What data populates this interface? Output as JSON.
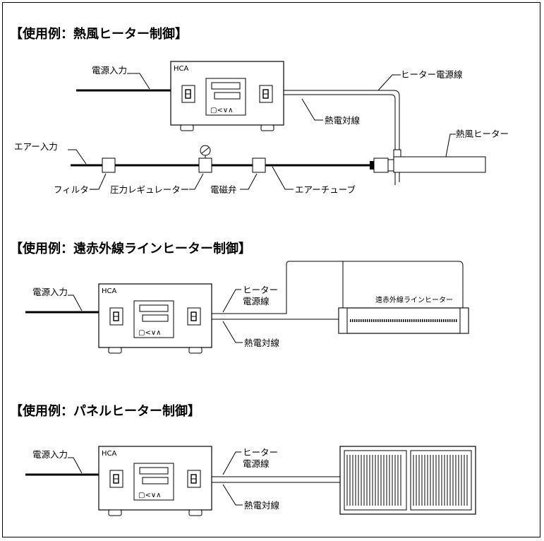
{
  "sections": [
    {
      "title": "【使用例：熱風ヒーター制御】",
      "controller_label": "HCA",
      "labels": {
        "power_input": "電源入力",
        "heater_power_line": "ヒーター電源線",
        "thermocouple": "熱電対線",
        "hot_air_heater": "熱風ヒーター",
        "air_input": "エアー入力",
        "filter": "フィルター",
        "pressure_regulator": "圧力レギュレーター",
        "solenoid_valve": "電磁弁",
        "air_tube": "エアーチューブ"
      }
    },
    {
      "title": "【使用例：遠赤外線ラインヒーター制御】",
      "controller_label": "HCA",
      "labels": {
        "power_input": "電源入力",
        "heater_power_line_1": "ヒーター",
        "heater_power_line_2": "電源線",
        "thermocouple": "熱電対線",
        "line_heater": "遠赤外線ラインヒーター"
      }
    },
    {
      "title": "【使用例：パネルヒーター制御】",
      "controller_label": "HCA",
      "labels": {
        "power_input": "電源入力",
        "heater_power_line_1": "ヒーター",
        "heater_power_line_2": "電源線",
        "thermocouple": "熱電対線"
      }
    }
  ],
  "controller_keys": "▢<∨∧"
}
